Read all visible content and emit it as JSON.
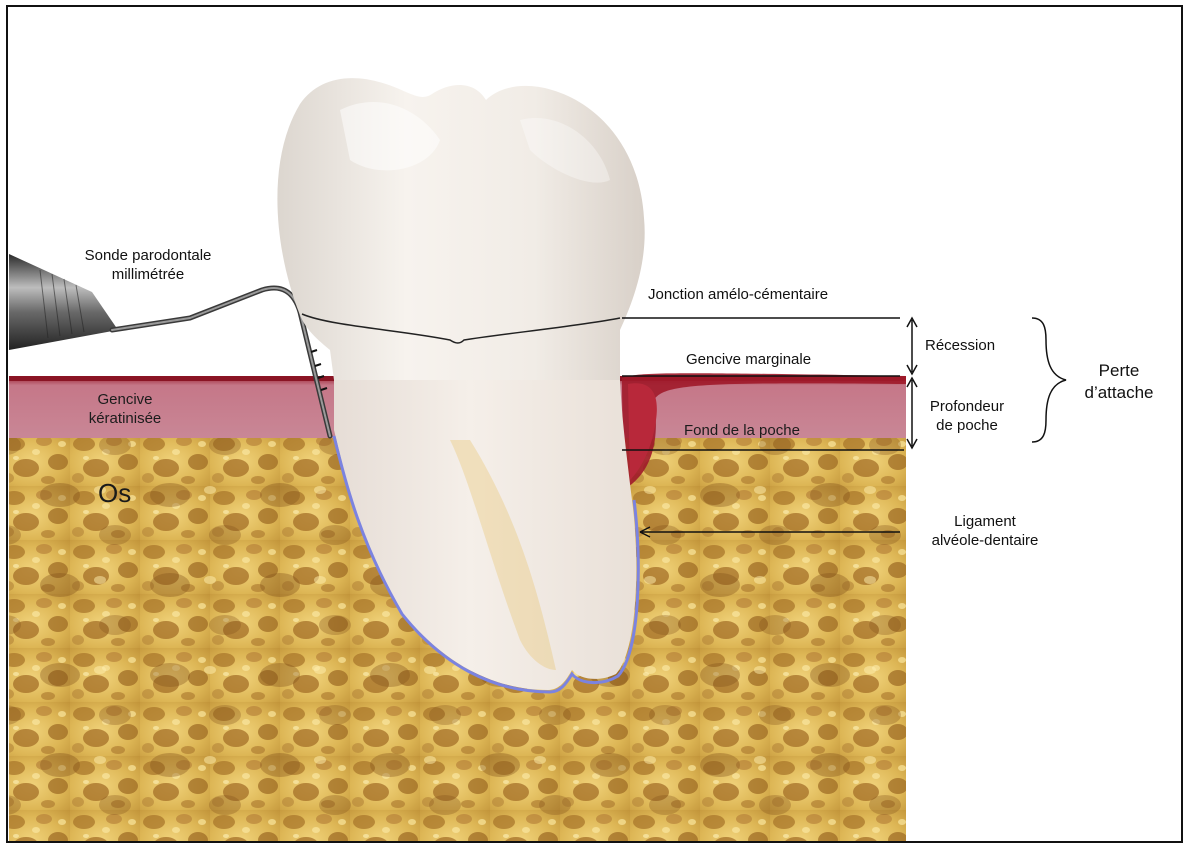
{
  "labels": {
    "probe": [
      "Sonde parodontale",
      "millimétrée"
    ],
    "keratinized_gum": [
      "Gencive",
      "kératinisée"
    ],
    "bone": "Os",
    "cej": "Jonction amélo-cémentaire",
    "marginal_gum": "Gencive marginale",
    "pocket_floor": "Fond de la poche",
    "recession": "Récession",
    "pocket_depth": [
      "Profondeur",
      "de poche"
    ],
    "attachment_loss": [
      "Perte",
      "d’attache"
    ],
    "ligament": [
      "Ligament",
      "alvéole-dentaire"
    ]
  },
  "colors": {
    "gum": "#c77b8c",
    "gum_edge": "#8a1424",
    "bone": "#d9b453",
    "bone_dark": "#8a5a1a",
    "tooth": "#f3ede6",
    "ligament": "#7b83e0",
    "line": "#111111"
  }
}
